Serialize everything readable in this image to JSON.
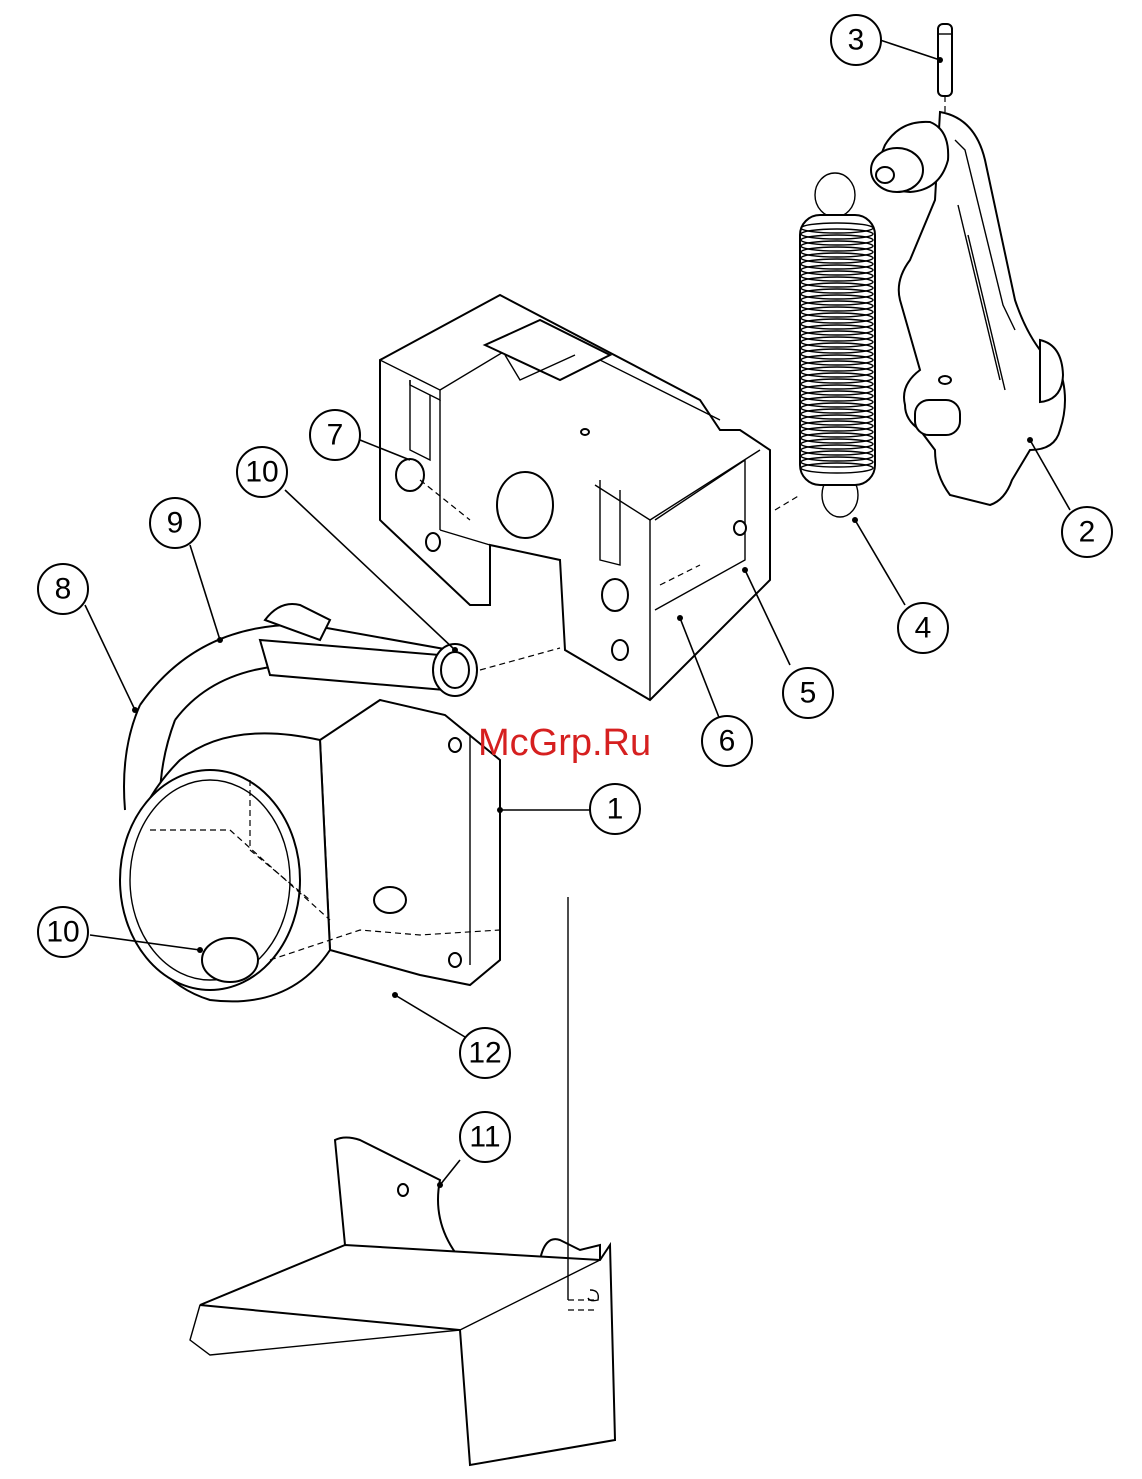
{
  "watermark": "McGrp.Ru",
  "callouts": [
    {
      "id": "c3",
      "label": "3"
    },
    {
      "id": "c2",
      "label": "2"
    },
    {
      "id": "c4",
      "label": "4"
    },
    {
      "id": "c5",
      "label": "5"
    },
    {
      "id": "c6",
      "label": "6"
    },
    {
      "id": "c1",
      "label": "1"
    },
    {
      "id": "c7",
      "label": "7"
    },
    {
      "id": "c10a",
      "label": "10"
    },
    {
      "id": "c9",
      "label": "9"
    },
    {
      "id": "c8",
      "label": "8"
    },
    {
      "id": "c10b",
      "label": "10"
    },
    {
      "id": "c12",
      "label": "12"
    },
    {
      "id": "c11",
      "label": "11"
    }
  ]
}
